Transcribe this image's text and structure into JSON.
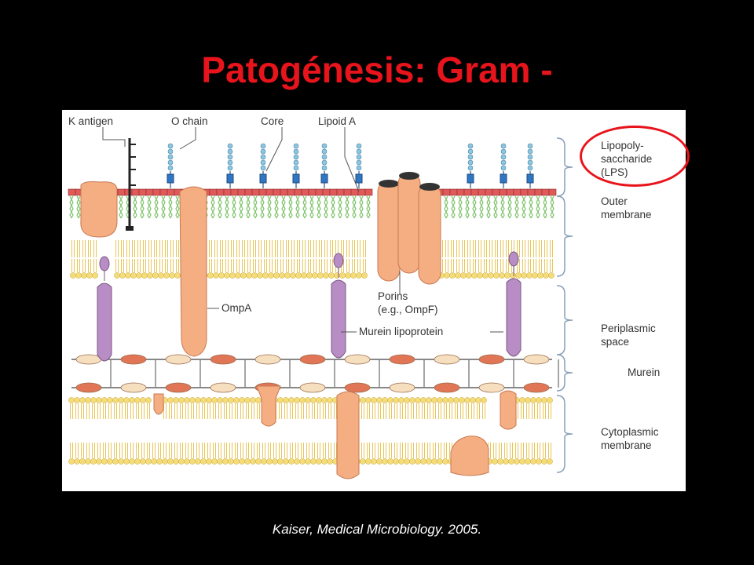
{
  "slide": {
    "title": "Patogénesis: Gram -",
    "caption": "Kaiser, Medical Microbiology. 2005."
  },
  "colors": {
    "title": "#e8141c",
    "highlight_ring": "#e8141c",
    "protein": "#f5ad82",
    "lipoprotein": "#b88cc4",
    "lipid_head": "#f5dc7a",
    "lps_head": "#e05a5a",
    "lps_tail": "#7ec46a",
    "core": "#2f77c4",
    "o_chain": "#8cc6e0",
    "murein_dark": "#e07656",
    "murein_light": "#f5dfbf"
  },
  "diagram": {
    "labels": {
      "k_antigen": "K antigen",
      "o_chain": "O chain",
      "core": "Core",
      "lipoid_a": "Lipoid A",
      "lps": [
        "Lipopoly-",
        "saccharide",
        "(LPS)"
      ],
      "outer_membrane": [
        "Outer",
        "membrane"
      ],
      "porins": [
        "Porins",
        "(e.g., OmpF)"
      ],
      "ompa": "OmpA",
      "murein_lipoprotein": "Murein lipoprotein",
      "periplasmic_space": [
        "Periplasmic",
        "space"
      ],
      "murein": "Murein",
      "cytoplasmic_membrane": [
        "Cytoplasmic",
        "membrane"
      ]
    }
  }
}
